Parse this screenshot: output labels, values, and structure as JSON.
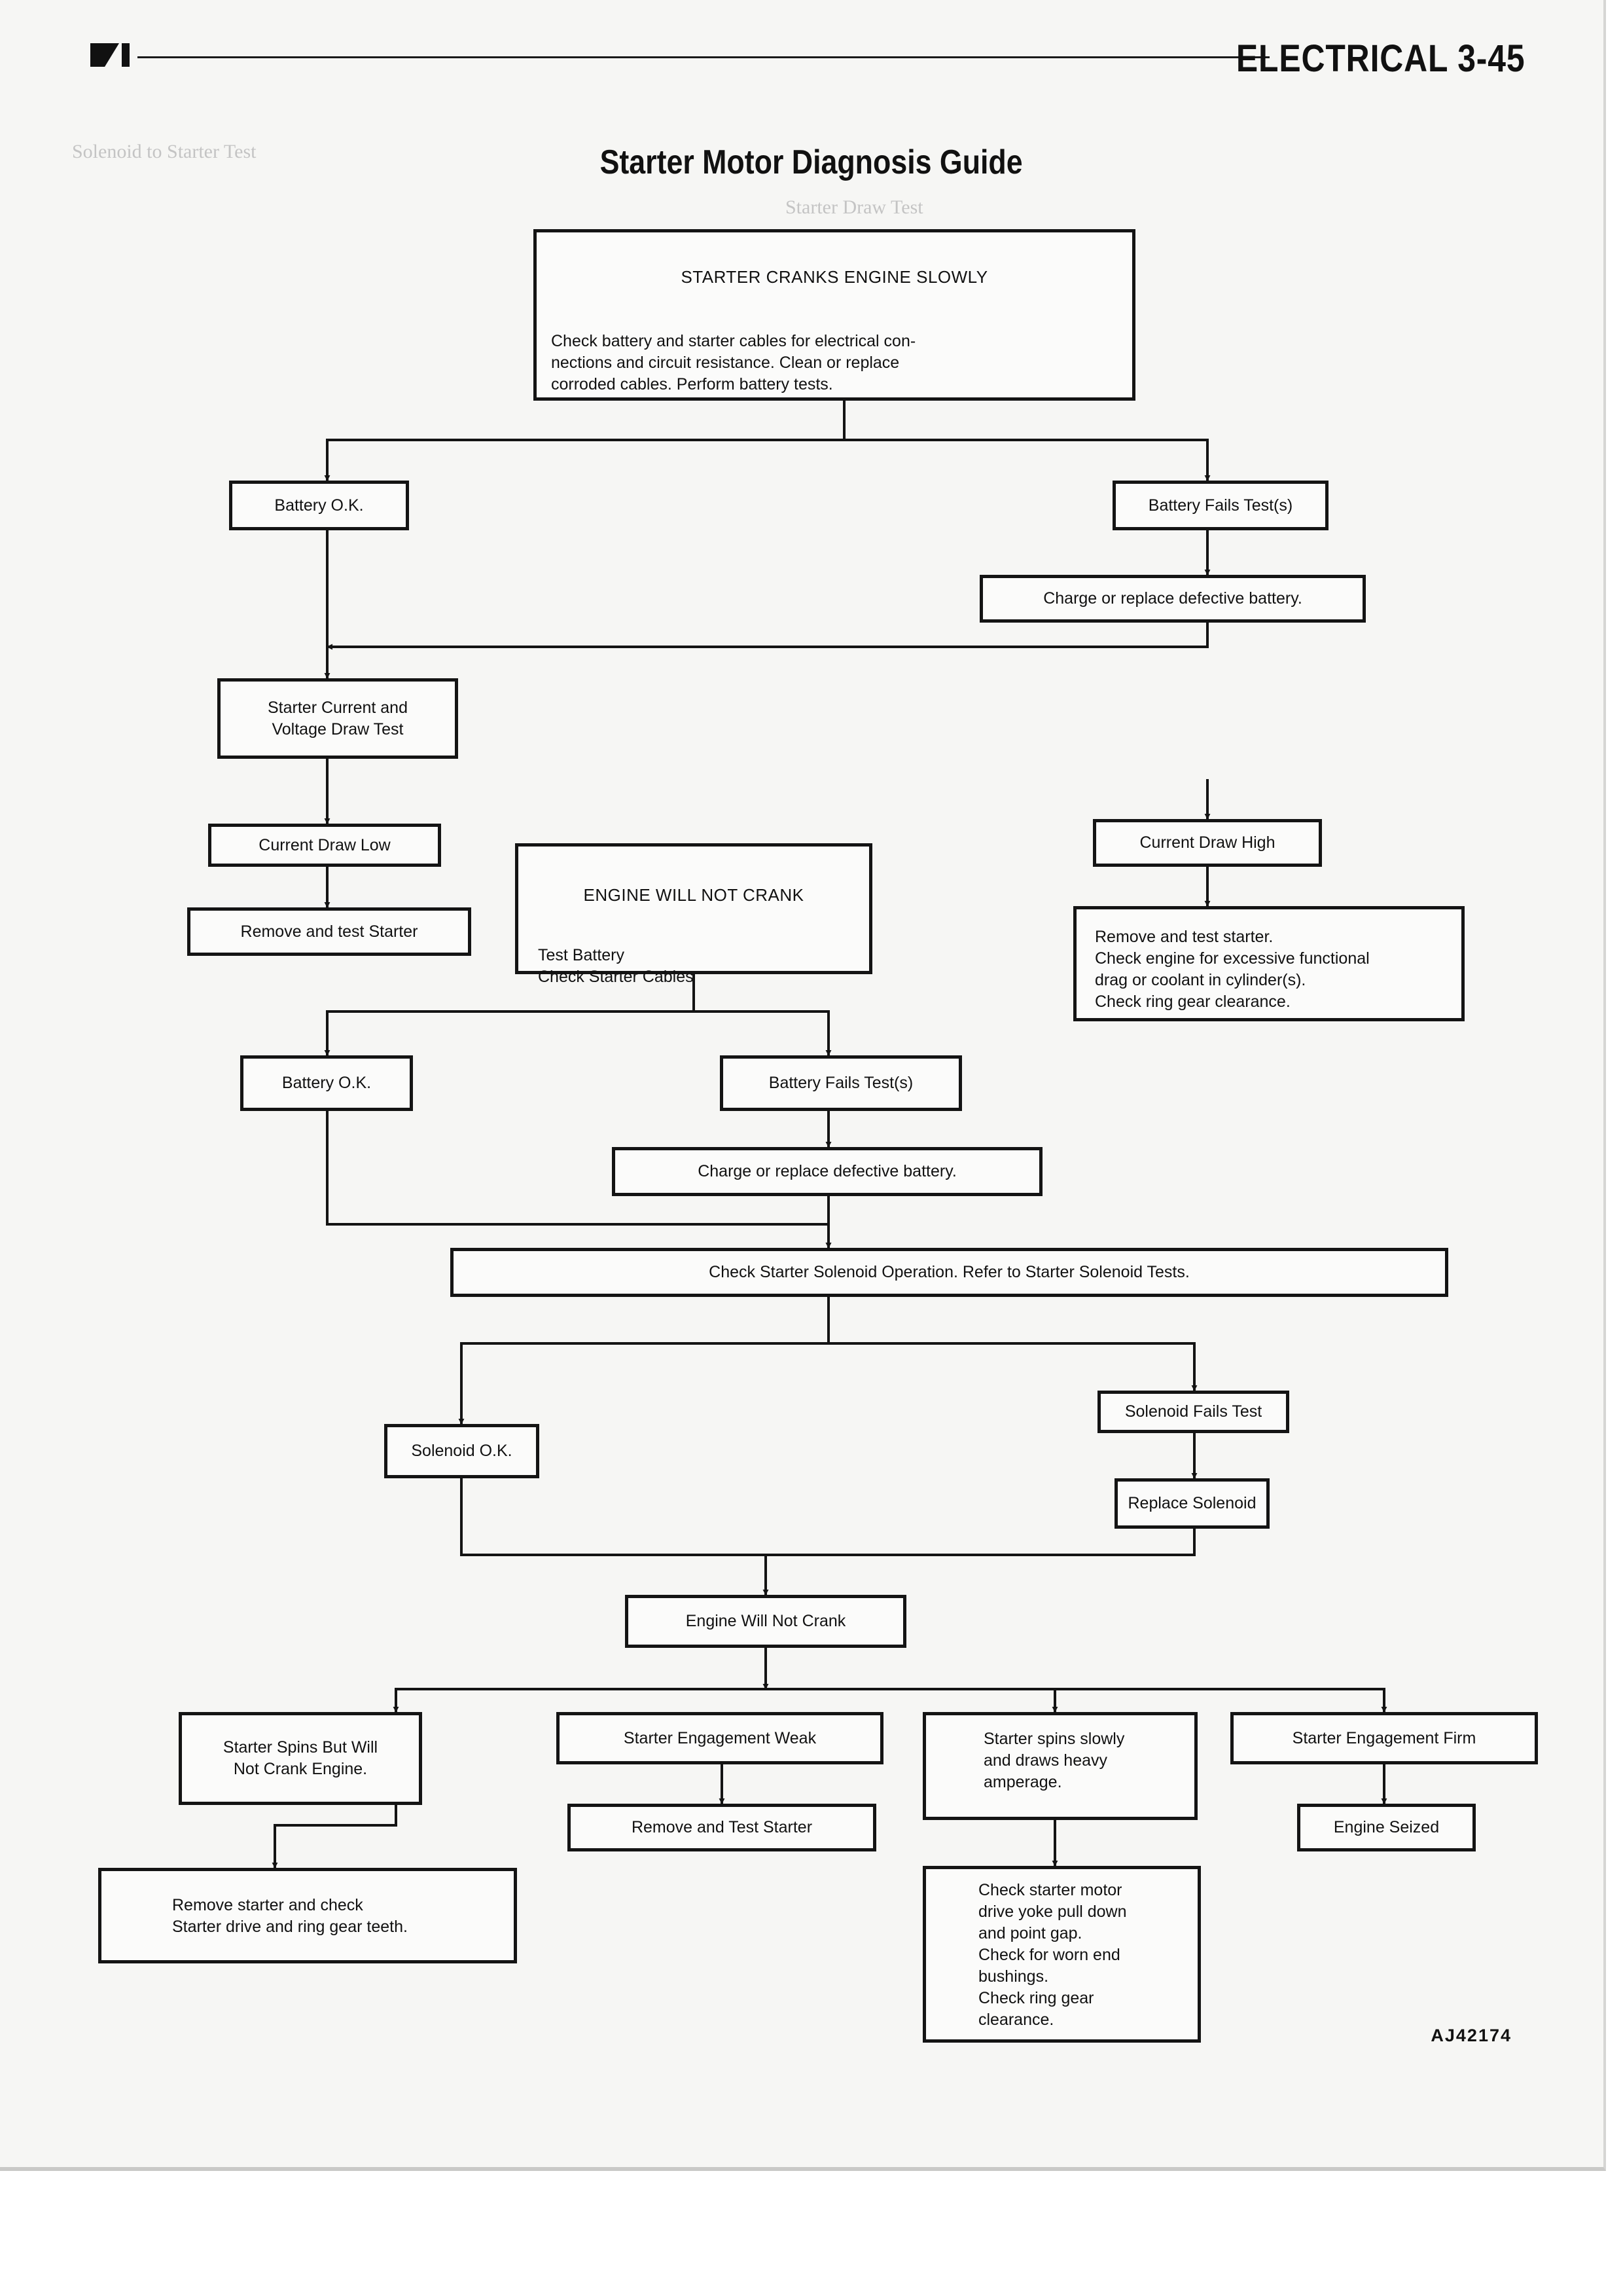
{
  "header": {
    "title": "ELECTRICAL 3-45"
  },
  "guide": {
    "title": "Starter Motor Diagnosis Guide"
  },
  "background_text": [
    "Solenoid to Starter Test",
    "Starter Draw Test"
  ],
  "flowchart": {
    "top": {
      "title": "STARTER CRANKS ENGINE SLOWLY",
      "body": "Check battery and starter cables for electrical con-\nnections and circuit resistance.  Clean or replace\ncorroded cables.  Perform battery tests."
    },
    "battery_ok_1": "Battery O.K.",
    "battery_fails_1": "Battery Fails Test(s)",
    "charge_replace_1": "Charge or replace defective battery.",
    "current_voltage_test": "Starter Current and\nVoltage Draw Test",
    "current_draw_low": "Current Draw Low",
    "remove_test_starter_1": "Remove and test Starter",
    "current_draw_high": "Current Draw High",
    "high_action": "Remove and test starter.\nCheck engine for excessive functional\ndrag or coolant in cylinder(s).\nCheck ring gear clearance.",
    "not_crank": {
      "title": "ENGINE WILL NOT CRANK",
      "body": "Test Battery\nCheck Starter Cables"
    },
    "battery_ok_2": "Battery O.K.",
    "battery_fails_2": "Battery Fails Test(s)",
    "charge_replace_2": "Charge or replace defective battery.",
    "solenoid_check": "Check Starter Solenoid Operation.  Refer to Starter Solenoid Tests.",
    "solenoid_ok": "Solenoid O.K.",
    "solenoid_fails": "Solenoid Fails Test",
    "replace_solenoid": "Replace Solenoid",
    "engine_will_not_crank": "Engine Will Not Crank",
    "spins_no_crank": "Starter Spins But Will\nNot Crank Engine.",
    "engagement_weak": "Starter Engagement Weak",
    "spins_slowly": "Starter spins slowly\nand draws heavy\namperage.",
    "engagement_firm": "Starter Engagement Firm",
    "remove_test_starter_2": "Remove and Test Starter",
    "engine_seized": "Engine Seized",
    "remove_check_teeth": "Remove starter and check\nStarter drive and ring gear teeth.",
    "check_yoke": "Check starter motor\ndrive yoke pull down\nand point gap.\nCheck for worn end\nbushings.\nCheck ring gear\nclearance."
  },
  "document_id": "AJ42174",
  "icons": {
    "header_mark": "publisher-mark-icon"
  },
  "colors": {
    "ink": "#141414",
    "paper": "#f6f6f4",
    "ghost_text": "#c4c4c4"
  }
}
